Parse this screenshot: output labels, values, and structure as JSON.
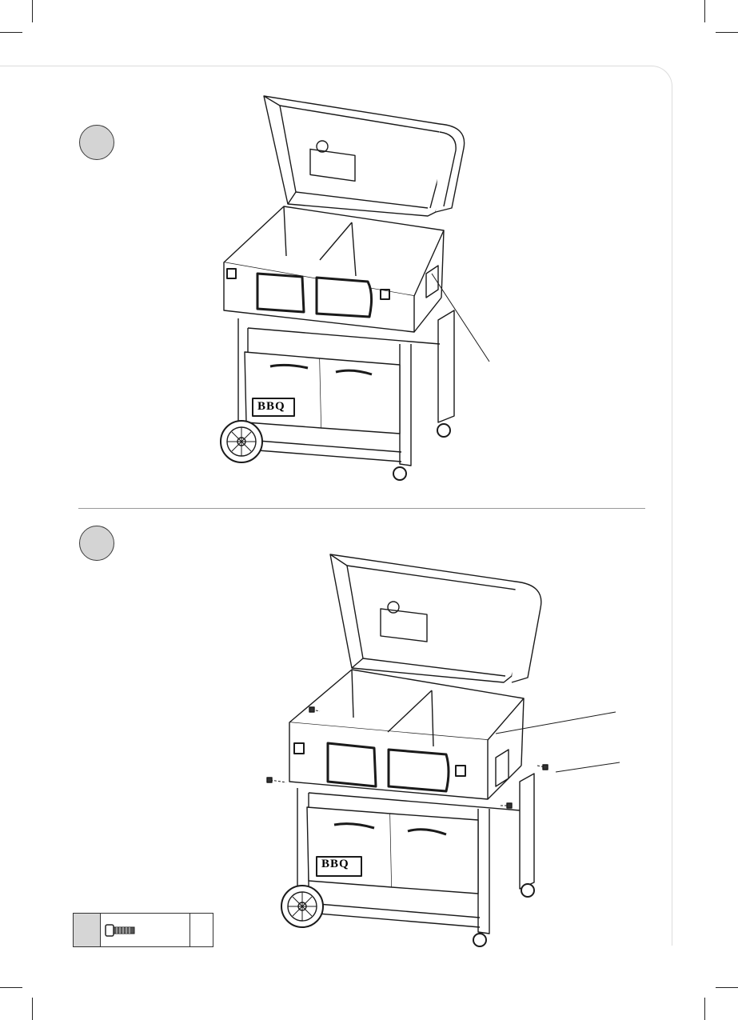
{
  "page": {
    "steps": [
      {
        "marker": "step-1-circle"
      },
      {
        "marker": "step-2-circle"
      }
    ],
    "drawings": [
      {
        "brand_logo": "BBQ"
      },
      {
        "brand_logo": "BBQ"
      }
    ],
    "parts_list": {
      "icon": "bolt-icon"
    }
  }
}
